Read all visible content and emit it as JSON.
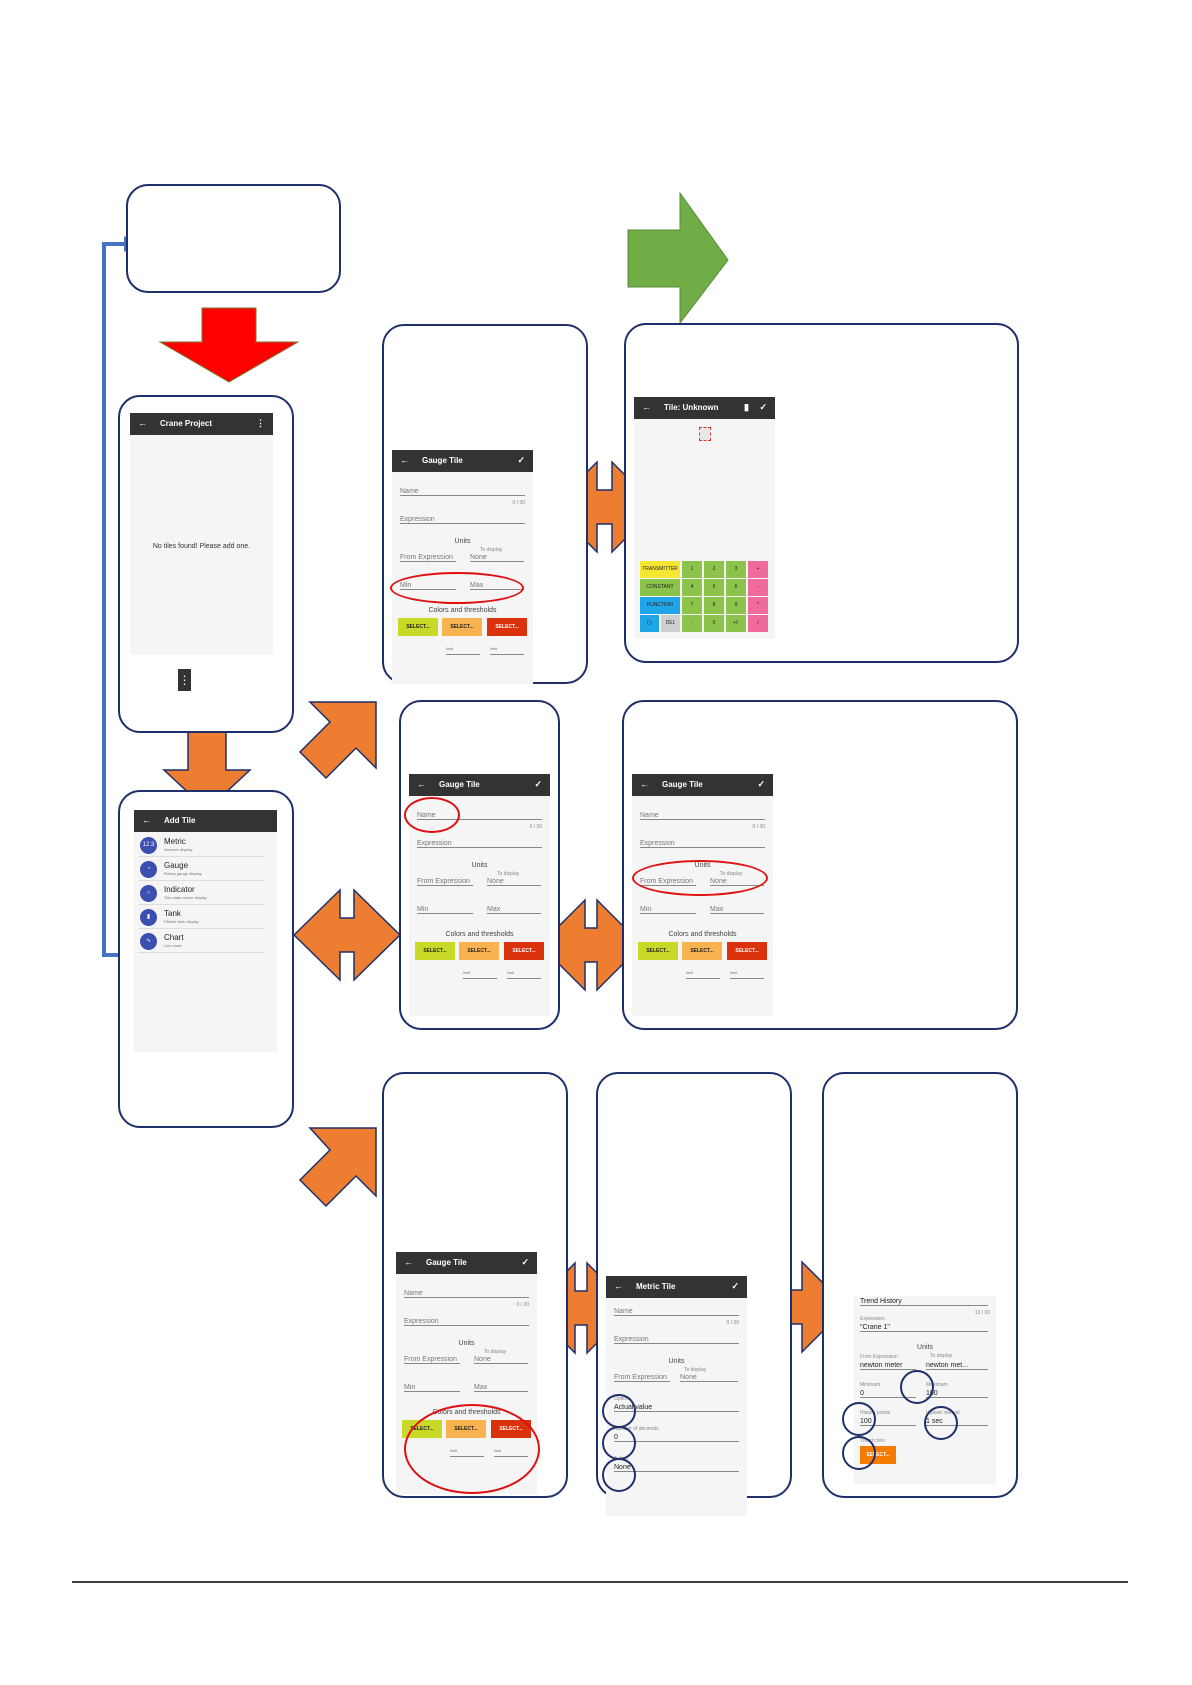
{
  "colors": {
    "orange": "#ed7d31",
    "red_arrow": "#ff0000",
    "green_arrow": "#70ad47",
    "blue_line": "#4472c4",
    "box_border": "#1f2f6b",
    "highlight": "#e01010"
  },
  "crane_project": {
    "title": "Crane Project",
    "empty_message": "No tiles found! Please add one."
  },
  "add_tile": {
    "title": "Add Tile",
    "items": [
      {
        "icon": "12.3",
        "name": "Metric",
        "desc": "Numeric display"
      },
      {
        "icon": "◔",
        "name": "Gauge",
        "desc": "Rotary gauge display"
      },
      {
        "icon": "○",
        "name": "Indicator",
        "desc": "Two-state colour display"
      },
      {
        "icon": "▮",
        "name": "Tank",
        "desc": "Fillable tank display"
      },
      {
        "icon": "∿",
        "name": "Chart",
        "desc": "Line chart"
      }
    ]
  },
  "gauge": {
    "title": "Gauge Tile",
    "name": "Name",
    "count": "0 / 30",
    "expression": "Expression",
    "units": "Units",
    "to_display": "To display",
    "from_expression": "From Expression",
    "none": "None",
    "min": "Min",
    "max": "Max",
    "colors": "Colors and thresholds",
    "select": "SELECT...",
    "limit": "limit"
  },
  "expression_editor": {
    "title": "Tile: Unknown",
    "keys": [
      [
        "TRANSMITTER",
        "1",
        "2",
        "3",
        "+"
      ],
      [
        "CONSTANT",
        "4",
        "5",
        "6",
        "-"
      ],
      [
        "FUNCTION",
        "7",
        "8",
        "9",
        "*"
      ],
      [
        "( )",
        "DEL",
        ".",
        "0",
        "+/-",
        "/"
      ]
    ]
  },
  "metric": {
    "title": "Metric Tile",
    "name": "Name",
    "count": "0 / 30",
    "expression": "Expression",
    "units": "Units",
    "to_display": "To display",
    "from_expression": "From Expression",
    "none": "None",
    "option_label": "Option",
    "option_value": "Actual value",
    "decimals_label": "Number of decimals",
    "decimals_value": "0",
    "action_label": "Action",
    "action_value": "None"
  },
  "chart_cfg": {
    "name": "Trend History",
    "count": "13 / 30",
    "expression_label": "Expression",
    "expression": "\"Crane 1\"",
    "units": "Units",
    "to_display": "To display",
    "from_label": "From Expression",
    "from_value": "newton meter",
    "to_value": "newton met...",
    "min_label": "Minimum",
    "min_value": "0",
    "max_label": "Maximum",
    "max_value": "100",
    "points_label": "History points",
    "points_value": "100",
    "interval_label": "Update interval",
    "interval_value": "1 sec",
    "color_label": "Trend color",
    "select": "SELECT..."
  }
}
